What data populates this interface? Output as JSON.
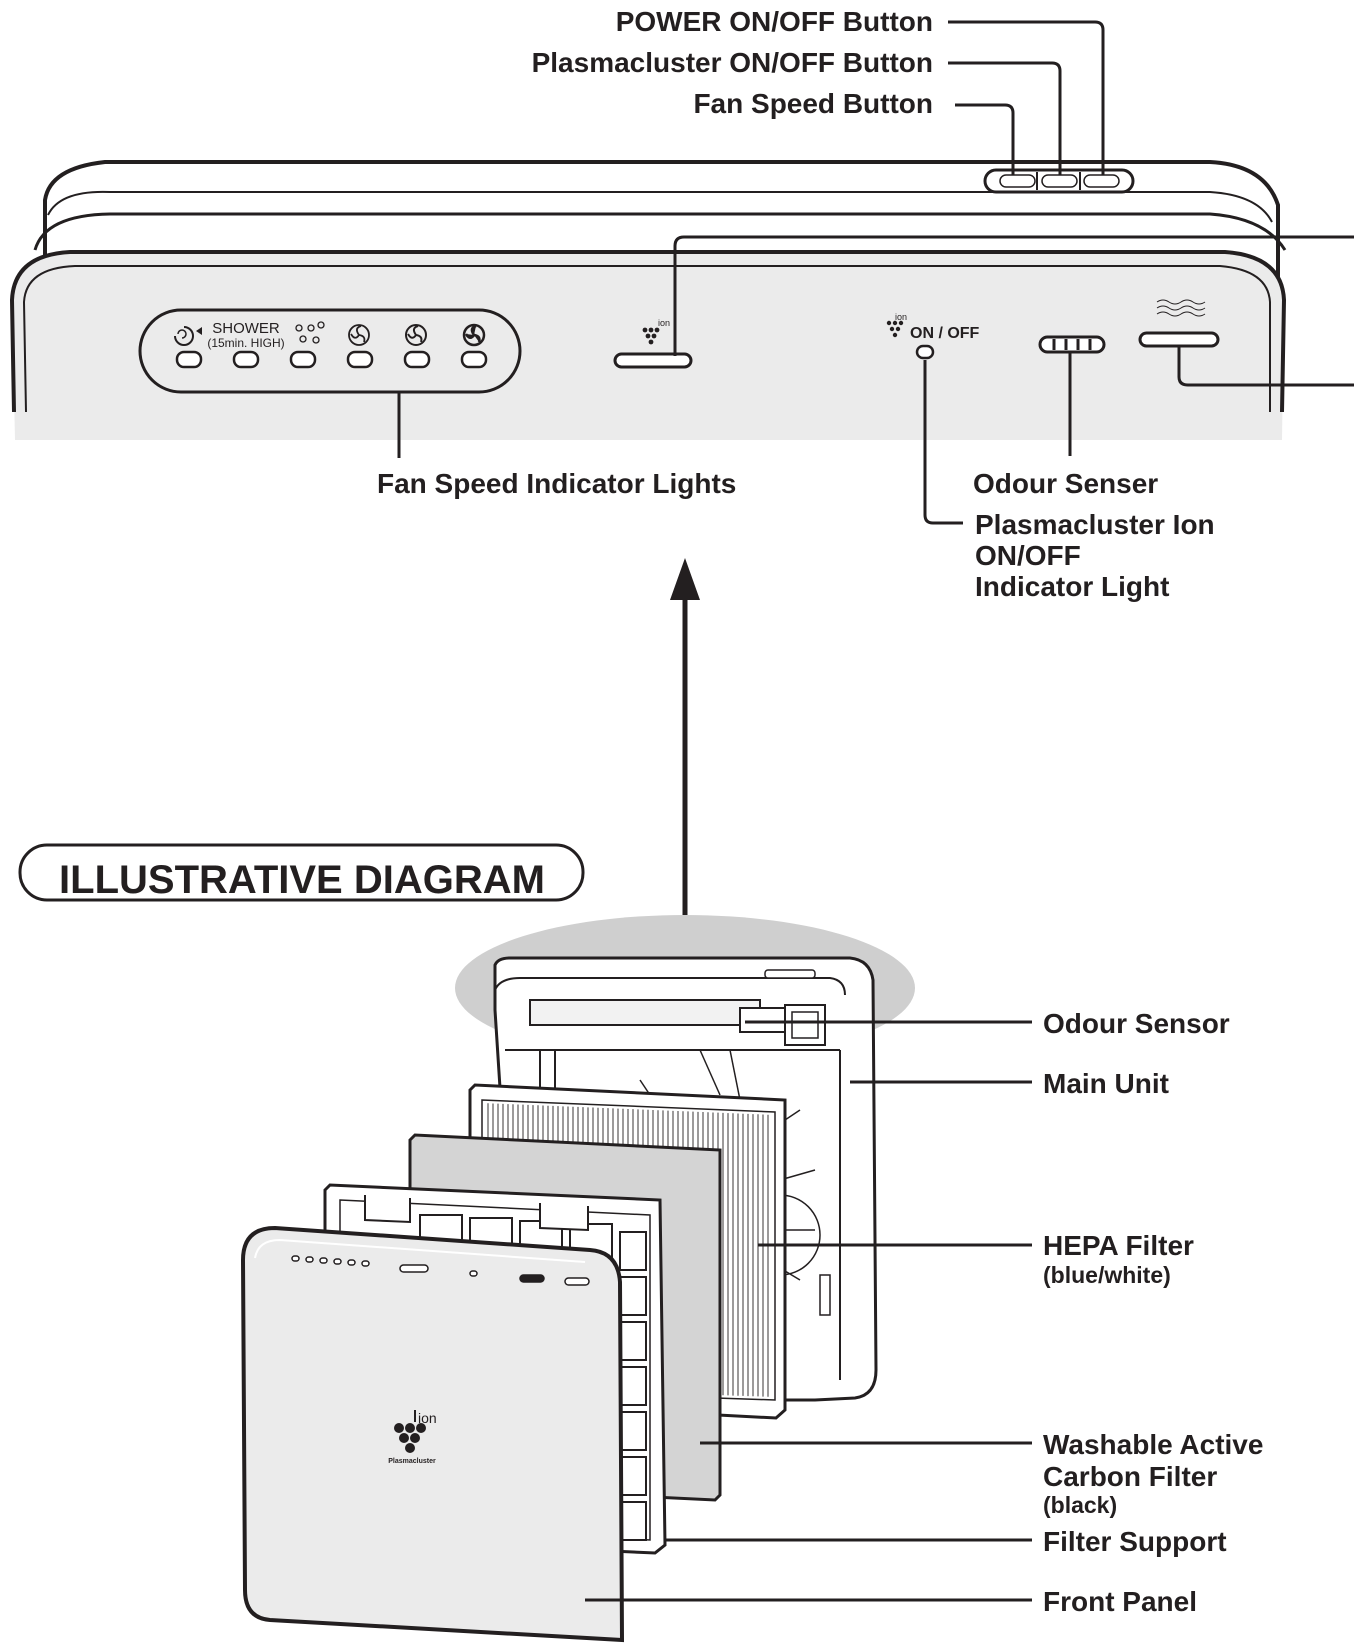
{
  "title": "ILLUSTRATIVE DIAGRAM",
  "top_labels": {
    "power_button": "POWER ON/OFF Button",
    "plasmacluster_button": "Plasmacluster ON/OFF Button",
    "fan_speed_button": "Fan Speed Button"
  },
  "panel": {
    "shower_label": "SHOWER",
    "shower_sub": "(15min. HIGH)",
    "ion_small": "ion",
    "on_off": "ON / OFF"
  },
  "mid_labels": {
    "fan_speed_indicator": "Fan Speed  Indicator Lights",
    "odour_senser": "Odour Senser",
    "ion_indicator_line1": "Plasmacluster Ion",
    "ion_indicator_line2": "ON/OFF",
    "ion_indicator_line3": "Indicator Light"
  },
  "parts": {
    "odour_sensor": "Odour Sensor",
    "main_unit": "Main Unit",
    "hepa": "HEPA Filter",
    "hepa_sub": "(blue/white)",
    "carbon_line1": "Washable Active",
    "carbon_line2": "Carbon Filter",
    "carbon_sub": "(black)",
    "filter_support": "Filter Support",
    "front_panel": "Front Panel"
  },
  "front_logo": {
    "ion": "ion",
    "brand": "Plasmacluster"
  },
  "colors": {
    "ink": "#231f20",
    "panel_fill": "#ebebeb",
    "highlight": "#cfcfcf",
    "carbon": "#d4d4d4"
  }
}
